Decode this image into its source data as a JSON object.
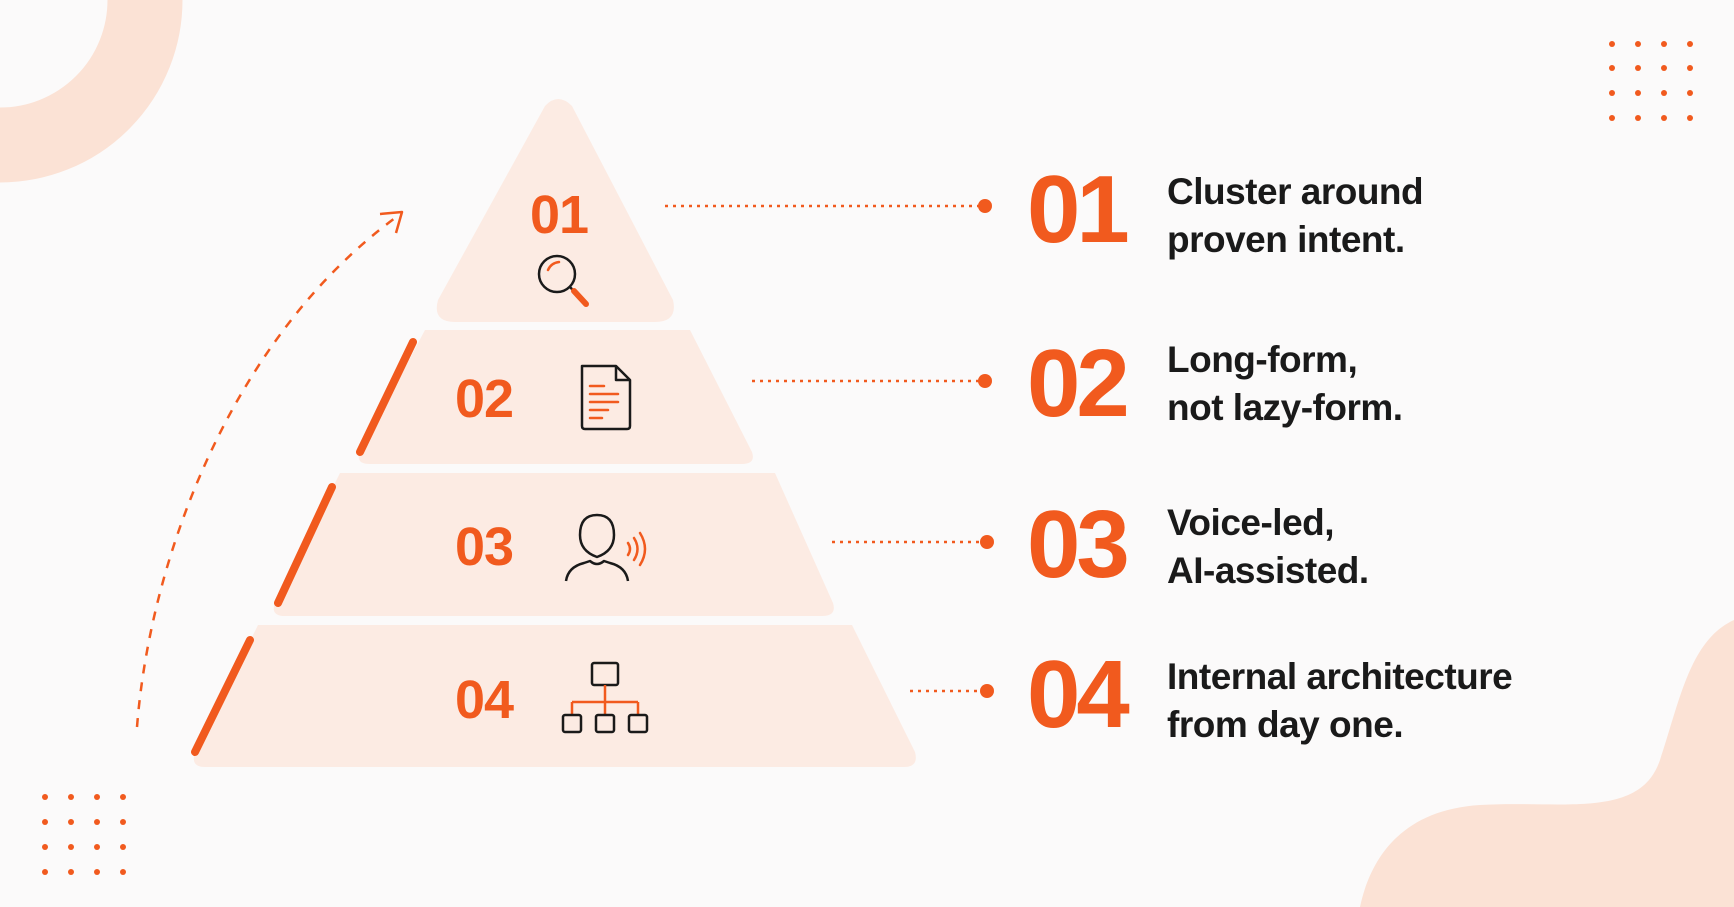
{
  "colors": {
    "accent": "#f15a1e",
    "layer_fill": "#fcebe3",
    "text": "#1a1a1a",
    "background": "#fbfafa"
  },
  "layers": [
    {
      "number": "01",
      "icon": "magnifier-icon",
      "heading": "01",
      "lines": [
        "Cluster around",
        "proven intent."
      ]
    },
    {
      "number": "02",
      "icon": "document-icon",
      "heading": "02",
      "lines": [
        "Long-form,",
        "not lazy-form."
      ]
    },
    {
      "number": "03",
      "icon": "voice-user-icon",
      "heading": "03",
      "lines": [
        "Voice-led,",
        "AI-assisted."
      ]
    },
    {
      "number": "04",
      "icon": "sitemap-icon",
      "heading": "04",
      "lines": [
        "Internal architecture",
        "from day one."
      ]
    }
  ]
}
